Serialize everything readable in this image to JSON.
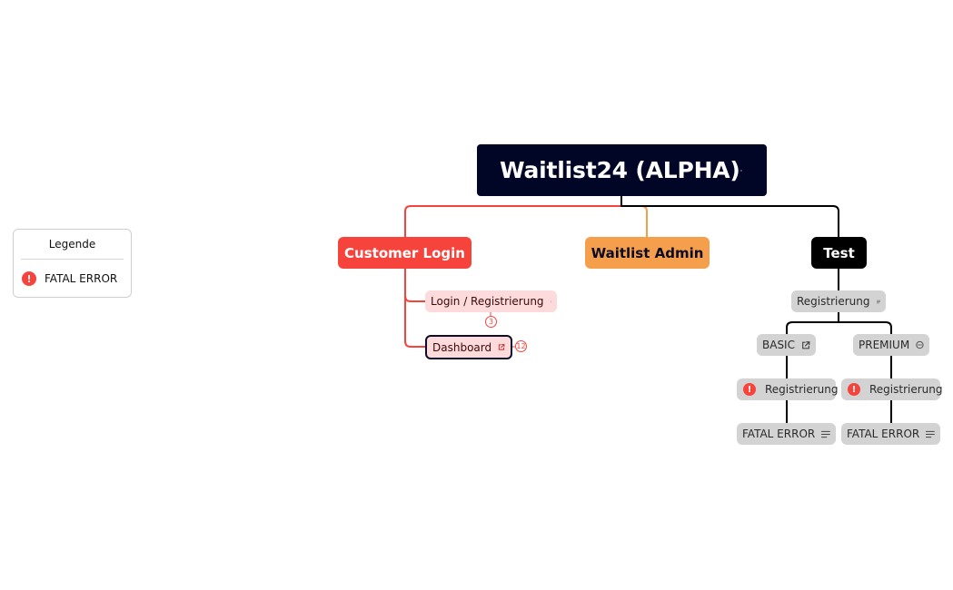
{
  "root": {
    "label": "Waitlist24 (ALPHA)",
    "icon": "notes-icon"
  },
  "branches": {
    "customer_login": {
      "label": "Customer Login",
      "color": "#f6443c",
      "children": {
        "login": {
          "label": "Login / Registrierung",
          "icon": "external-link-icon",
          "badge": "3"
        },
        "dashboard": {
          "label": "Dashboard",
          "icon": "external-link-icon",
          "badge": "12"
        }
      }
    },
    "waitlist_admin": {
      "label": "Waitlist Admin",
      "color": "#f59f4c"
    },
    "test": {
      "label": "Test",
      "color": "#000000",
      "child": {
        "label": "Registrierung",
        "icon": "notes-icon",
        "children": {
          "basic": {
            "label": "BASIC",
            "icon": "external-link-icon",
            "child": {
              "label": "Registrierung",
              "marker": "error-icon",
              "child": {
                "label": "FATAL ERROR",
                "icon": "notes-icon"
              }
            }
          },
          "premium": {
            "label": "PREMIUM",
            "icon": "more-icon",
            "child": {
              "label": "Registrierung",
              "marker": "error-icon",
              "child": {
                "label": "FATAL ERROR",
                "icon": "notes-icon"
              }
            }
          }
        }
      }
    }
  },
  "legend": {
    "title": "Legende",
    "items": [
      {
        "marker": "error-icon",
        "label": "FATAL ERROR",
        "color": "#f6443c"
      }
    ]
  }
}
